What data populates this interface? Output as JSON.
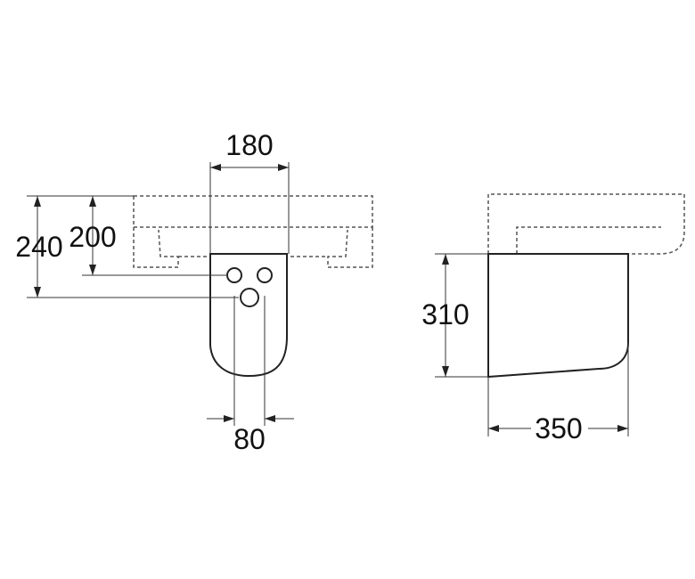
{
  "front_view": {
    "dim_width_top": "180",
    "dim_height_outer": "240",
    "dim_height_inner": "200",
    "dim_width_bottom": "80"
  },
  "side_view": {
    "dim_height": "310",
    "dim_width": "350"
  }
}
